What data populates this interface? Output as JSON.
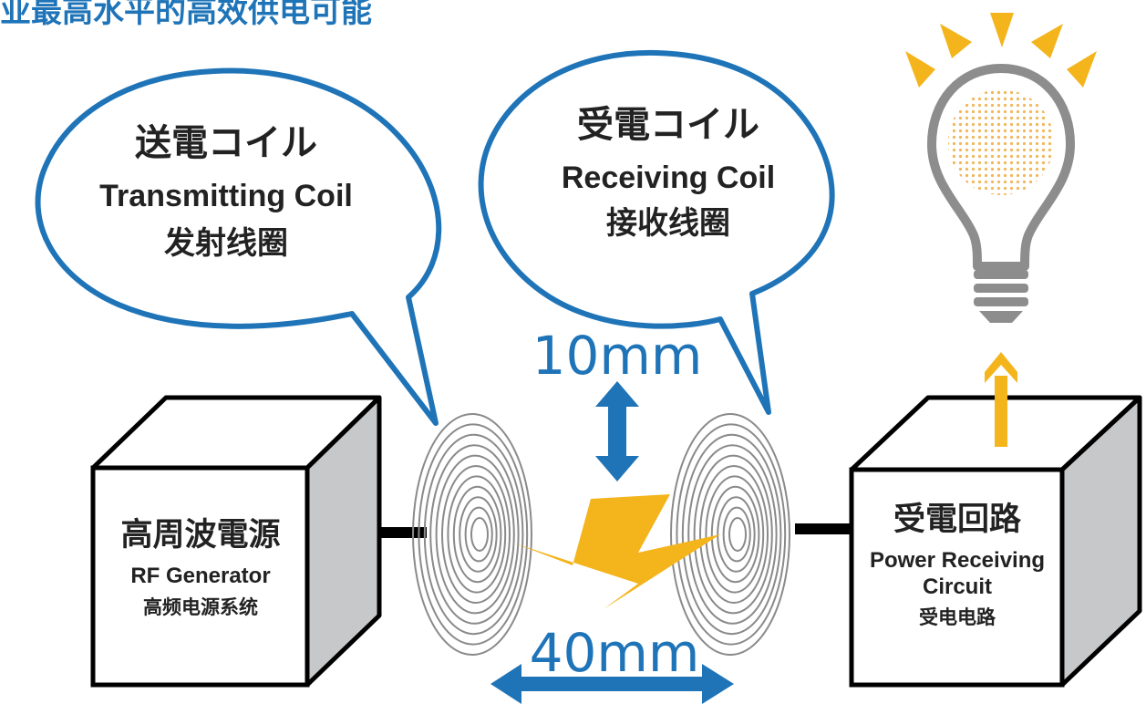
{
  "header": {
    "title": "业最高水平的高效供电可能"
  },
  "transmitting_coil": {
    "jp": "送電コイル",
    "en": "Transmitting Coil",
    "zh": "发射线圈"
  },
  "receiving_coil": {
    "jp": "受電コイル",
    "en": "Receiving Coil",
    "zh": "接收线圈"
  },
  "rf_generator": {
    "jp": "高周波電源",
    "en": "RF Generator",
    "zh": "高频电源系统"
  },
  "receiving_circuit": {
    "jp": "受電回路",
    "en_line1": "Power Receiving",
    "en_line2": "Circuit",
    "zh": "受电电路"
  },
  "measurements": {
    "vertical_gap": "10mm",
    "horizontal_gap": "40mm"
  },
  "colors": {
    "accent_blue": "#1f74b8",
    "bolt_yellow": "#f4b41c",
    "box_side_gray": "#c7c8c9",
    "coil_gray": "#8a8a8a"
  },
  "icons": {
    "lightning": "lightning-bolt-icon",
    "bulb": "light-bulb-icon",
    "arrows": "double-arrow-icon"
  }
}
